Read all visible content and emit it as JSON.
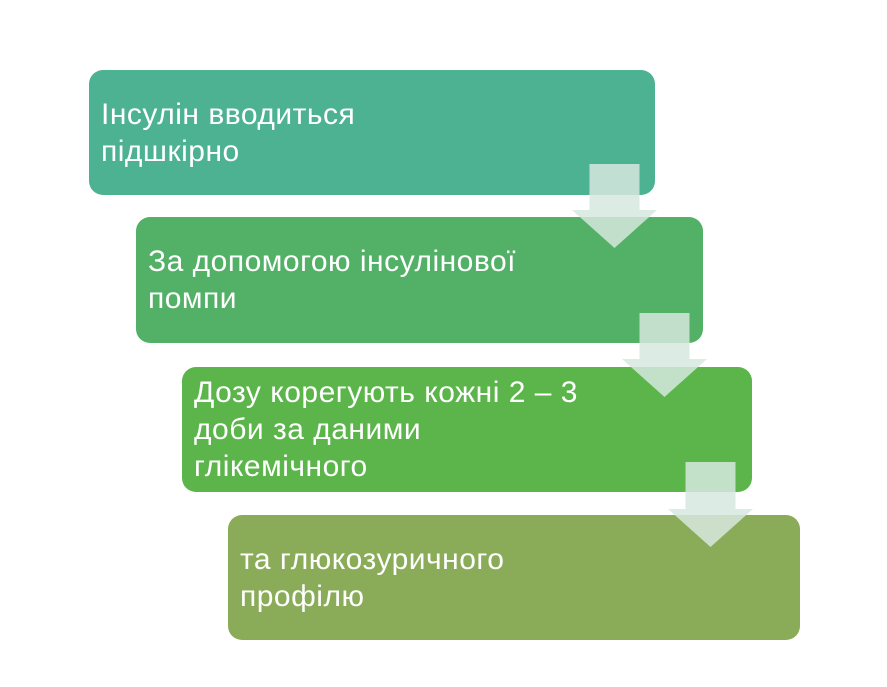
{
  "diagram": {
    "type": "step-down-process",
    "background_color": "#ffffff",
    "text_color": "#ffffff",
    "arrow_color": "#d6e8de",
    "steps": [
      {
        "label": "Інсулін вводиться\nпідшкірно",
        "color": "#4db291"
      },
      {
        "label": "За допомогою інсулінової\nпомпи",
        "color": "#52b167"
      },
      {
        "label": "Дозу корегують кожні 2 – 3\nдоби за даними\nглікемічного",
        "color": "#5bb54a"
      },
      {
        "label": "та глюкозуричного\nпрофілю",
        "color": "#8aac58"
      }
    ]
  }
}
